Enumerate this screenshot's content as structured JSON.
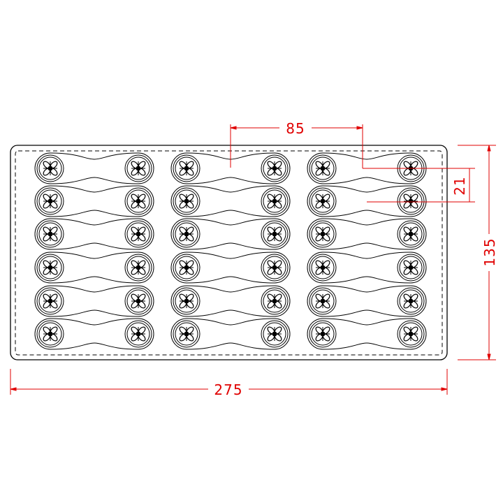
{
  "drawing": {
    "rows": 6,
    "columns": 3,
    "line_color": "#000000",
    "dimension_color": "#e00000"
  },
  "dimensions": {
    "pitch_horizontal": "85",
    "pitch_vertical": "21",
    "height": "135",
    "width": "275"
  }
}
